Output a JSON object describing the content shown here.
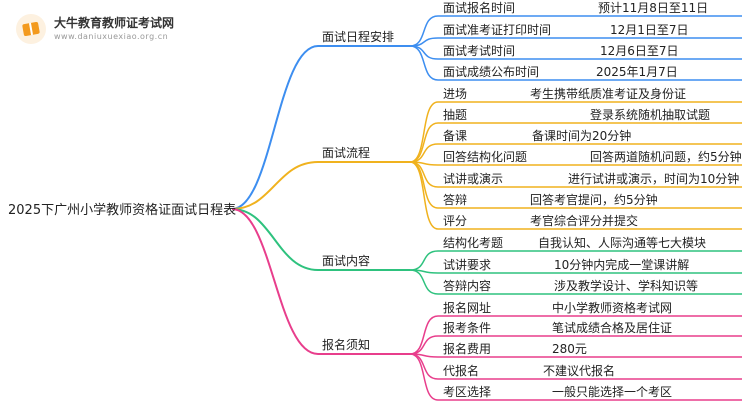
{
  "logo": {
    "title": "大牛教育教师证考试网",
    "url": "www.daniuxuexiao.org.cn"
  },
  "root": "2025下广州小学教师资格证面试日程表",
  "colors": {
    "branches": [
      "#3d8ef0",
      "#f0b21e",
      "#2ec27e",
      "#e83e8c"
    ]
  },
  "branches": [
    {
      "label": "面试日程安排",
      "items": [
        {
          "label": "面试报名时间",
          "value": "预计11月8日至11日"
        },
        {
          "label": "面试准考证打印时间",
          "value": "12月1日至7日"
        },
        {
          "label": "面试考试时间",
          "value": "12月6日至7日"
        },
        {
          "label": "面试成绩公布时间",
          "value": "2025年1月7日"
        }
      ]
    },
    {
      "label": "面试流程",
      "items": [
        {
          "label": "进场",
          "value": "考生携带纸质准考证及身份证"
        },
        {
          "label": "抽题",
          "value": "登录系统随机抽取试题"
        },
        {
          "label": "备课",
          "value": "备课时间为20分钟"
        },
        {
          "label": "回答结构化问题",
          "value": "回答两道随机问题，约5分钟"
        },
        {
          "label": "试讲或演示",
          "value": "进行试讲或演示，时间为10分钟"
        },
        {
          "label": "答辩",
          "value": "回答考官提问，约5分钟"
        },
        {
          "label": "评分",
          "value": "考官综合评分并提交"
        }
      ]
    },
    {
      "label": "面试内容",
      "items": [
        {
          "label": "结构化考题",
          "value": "自我认知、人际沟通等七大模块"
        },
        {
          "label": "试讲要求",
          "value": "10分钟内完成一堂课讲解"
        },
        {
          "label": "答辩内容",
          "value": "涉及教学设计、学科知识等"
        }
      ]
    },
    {
      "label": "报名须知",
      "items": [
        {
          "label": "报名网址",
          "value": "中小学教师资格考试网"
        },
        {
          "label": "报考条件",
          "value": "笔试成绩合格及居住证"
        },
        {
          "label": "报名费用",
          "value": "280元"
        },
        {
          "label": "代报名",
          "value": "不建议代报名"
        },
        {
          "label": "考区选择",
          "value": "一般只能选择一个考区"
        }
      ]
    }
  ]
}
